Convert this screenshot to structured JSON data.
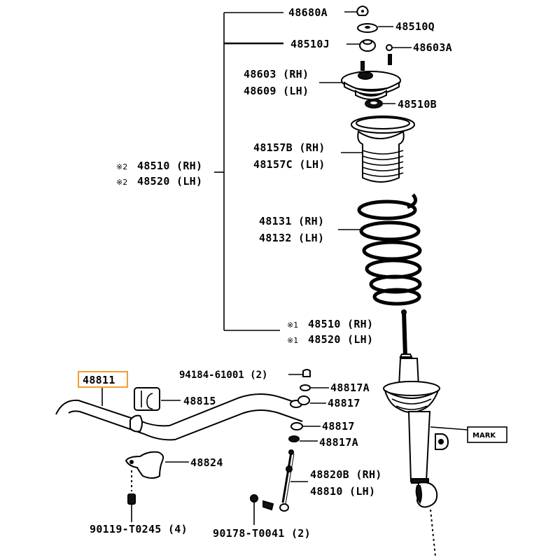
{
  "diagram": {
    "title": "Front suspension / stabilizer bar exploded parts diagram",
    "highlight_color": "#f0a030",
    "callouts": {
      "p48680A": "48680A",
      "p48510Q": "48510Q",
      "p48510J": "48510J",
      "p48603A": "48603A",
      "p48603": "48603 (RH)",
      "p48609": "48609 (LH)",
      "p48510B": "48510B",
      "p48157B": "48157B (RH)",
      "p48157C": "48157C (LH)",
      "asm2_rh_prefix": "※2",
      "asm2_rh": "48510 (RH)",
      "asm2_lh_prefix": "※2",
      "asm2_lh": "48520 (LH)",
      "p48131": "48131 (RH)",
      "p48132": "48132 (LH)",
      "asm1_rh_prefix": "※1",
      "asm1_rh": "48510 (RH)",
      "asm1_lh_prefix": "※1",
      "asm1_lh": "48520 (LH)",
      "p48811": "48811",
      "p94184": "94184-61001 (2)",
      "p48815": "48815",
      "p48817A_top": "48817A",
      "p48817_top": "48817",
      "p48817_bot": "48817",
      "p48817A_bot": "48817A",
      "mark": "MARK",
      "p48824": "48824",
      "p48820B": "48820B (RH)",
      "p48810": "48810 (LH)",
      "p90119": "90119-T0245 (4)",
      "p90178": "90178-T0041 (2)"
    }
  }
}
